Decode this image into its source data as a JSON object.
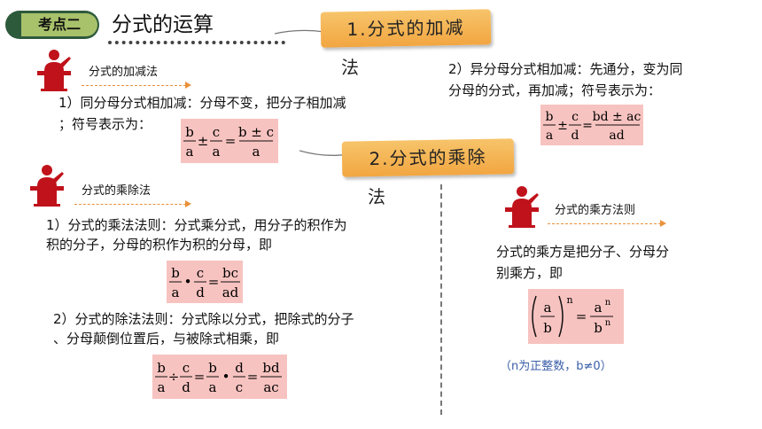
{
  "header": {
    "tag": "考点二",
    "title": "分式的运算"
  },
  "banners": {
    "add_sub": {
      "text": "1.分式的加减",
      "overflow": "法"
    },
    "mul_div": {
      "text": "2.分式的乘除",
      "overflow": "法"
    }
  },
  "sections": {
    "add_sub_label": "分式的加减法",
    "mul_div_label": "分式的乘除法",
    "power_label": "分式的乘方法则"
  },
  "rules": {
    "same_denominator": {
      "line1": "1）同分母分式相加减：分母不变，把分子相加减",
      "line2": "；符号表示为："
    },
    "diff_denominator": {
      "line1": "2）异分母分式相加减：先通分，变为同",
      "line2": "分母的分式，再加减；符号表示为："
    },
    "multiplication": {
      "line1": "1）分式的乘法法则：分式乘分式，用分子的积作为",
      "line2": "积的分子，分母的积作为积的分母，即"
    },
    "division": {
      "line1": "2）分式的除法法则：分式除以分式，把除式的分子",
      "line2": "、分母颠倒位置后，与被除式相乘，即"
    },
    "power": {
      "line1": "分式的乘方是把分子、分母分",
      "line2": "别乘方，即"
    }
  },
  "formulas": {
    "same_denominator": {
      "n1": "b",
      "d1": "a",
      "op": "±",
      "n2": "c",
      "d2": "a",
      "eq": "=",
      "rn": "b ± c",
      "rd": "a"
    },
    "diff_denominator": {
      "n1": "b",
      "d1": "a",
      "op": "±",
      "n2": "c",
      "d2": "d",
      "eq": "=",
      "rn": "bd ± ac",
      "rd": "ad"
    },
    "multiplication": {
      "n1": "b",
      "d1": "a",
      "op": "•",
      "n2": "c",
      "d2": "d",
      "eq": "=",
      "rn": "bc",
      "rd": "ad"
    },
    "division": {
      "n1": "b",
      "d1": "a",
      "op1": "÷",
      "n2": "c",
      "d2": "d",
      "eq1": "=",
      "n3": "b",
      "d3": "a",
      "op2": "•",
      "n4": "d",
      "d4": "c",
      "eq2": "=",
      "rn": "bd",
      "rd": "ac"
    },
    "power": {
      "n": "a",
      "d": "b",
      "exp": "n",
      "eq": "=",
      "rn": "a",
      "rd": "b",
      "rexp": "n"
    }
  },
  "note": "（n为正整数，b≠0）",
  "colors": {
    "formula_bg": "#f7c3c0",
    "banner": "#f2a641",
    "tag_dark": "#2e5a3c",
    "tag_light": "#a8c16b",
    "speaker_icon": "#c0121b",
    "note": "#3a5fa8"
  }
}
